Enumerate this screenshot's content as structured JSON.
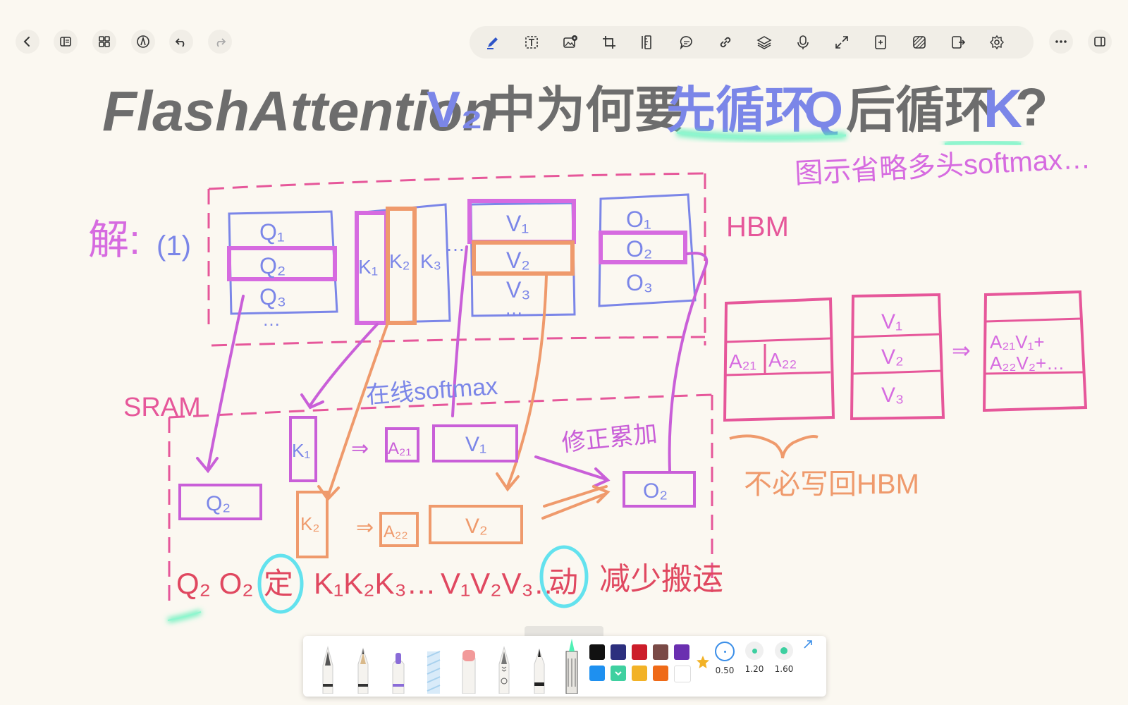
{
  "app": {
    "name": "notes-canvas"
  },
  "toolbar": {
    "left": [
      "back-icon",
      "sidebar-icon",
      "grid-icon",
      "pencil-nib-icon",
      "undo-icon",
      "redo-icon"
    ],
    "center": [
      "pen-tool-icon",
      "text-box-icon",
      "image-add-icon",
      "crop-icon",
      "ruler-icon",
      "comment-icon",
      "link-icon",
      "layers-icon",
      "microphone-icon",
      "expand-icon",
      "add-page-icon",
      "texture-icon",
      "export-icon",
      "settings-icon"
    ],
    "right": [
      "more-icon",
      "panel-icon"
    ]
  },
  "note": {
    "title_en": "FlashAttention",
    "title_v": "V₂",
    "title_cn1": "中为何要",
    "title_cn2": "先循环",
    "title_q": "Q",
    "title_cn3": "后循环",
    "title_k": "K",
    "title_qmark": "?",
    "subtitle": "图示省略多头softmax…",
    "solution_label": "解:",
    "step_label": "(1)",
    "hbm_label": "HBM",
    "sram_label": "SRAM",
    "q_blocks": [
      "Q₁",
      "Q₂",
      "Q₃"
    ],
    "k_blocks": [
      "K₁",
      "K₂",
      "K₃"
    ],
    "v_blocks": [
      "V₁",
      "V₂",
      "V₃"
    ],
    "o_blocks": [
      "O₁",
      "O₂",
      "O₃"
    ],
    "dots": "…",
    "sram_q": "Q₂",
    "sram_k1": "K₁",
    "sram_k2": "K₂",
    "sram_a21": "A₂₁",
    "sram_a22": "A₂₂",
    "sram_v1": "V₁",
    "sram_v2": "V₂",
    "sram_o2": "O₂",
    "online_softmax": "在线softmax",
    "correct_accumulate": "修正累加",
    "matrix_a21": "A₂₁",
    "matrix_a22": "A₂₂",
    "matrix_v": [
      "V₁",
      "V₂",
      "V₃"
    ],
    "result_line1": "A₂₁V₁+",
    "result_line2": "A₂₂V₂+…",
    "arrow": "⇒",
    "no_writeback": "不必写回HBM",
    "bottom_fixed_vars": "Q₂ O₂",
    "bottom_fixed": "定",
    "bottom_moving_k": "K₁K₂K₃…",
    "bottom_moving_v": "V₁V₂V₃…",
    "bottom_moving": "动",
    "bottom_reduce": "减少搬运"
  },
  "penbar": {
    "tools": [
      "fountain-pen-icon",
      "pencil-icon",
      "marker-icon",
      "highlighter-icon",
      "eraser-icon",
      "brush-icon",
      "fineliner-icon",
      "lasso-icon"
    ],
    "colors_row1": [
      "#111111",
      "#2c2f7e",
      "#cc1d2a",
      "#7a4a46",
      "#6a2fb0"
    ],
    "colors_row2": [
      "#1e90f0",
      "#3fd0a0",
      "#f2b227",
      "#ef6a18",
      "#ffffff"
    ],
    "sizes": [
      "0.50",
      "1.20",
      "1.60"
    ]
  }
}
